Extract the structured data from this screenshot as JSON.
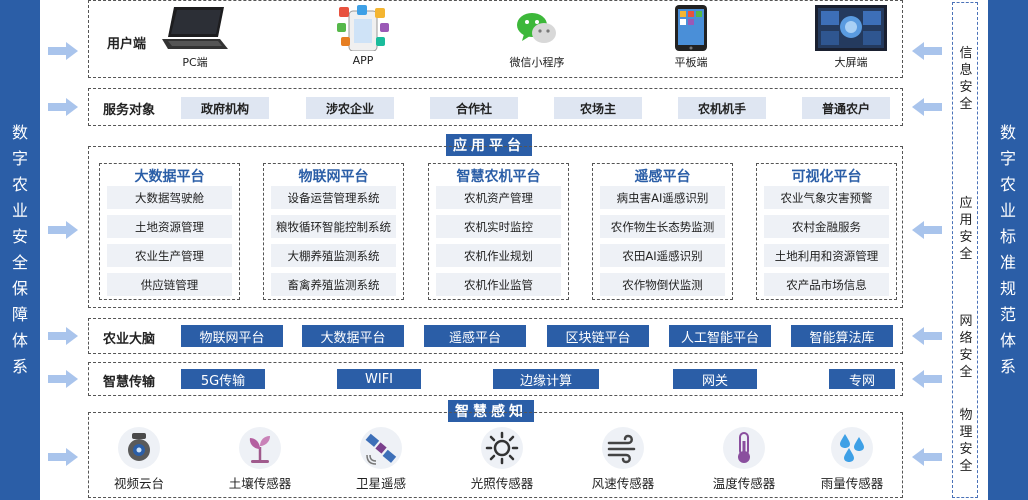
{
  "left_bar": [
    "数",
    "字",
    "农",
    "业",
    "安",
    "全",
    "保",
    "障",
    "体",
    "系"
  ],
  "right_bar": [
    "数",
    "字",
    "农",
    "业",
    "标",
    "准",
    "规",
    "范",
    "体",
    "系"
  ],
  "security": [
    [
      "信",
      "息",
      "安",
      "全"
    ],
    [
      "应",
      "用",
      "安",
      "全"
    ],
    [
      "网",
      "络",
      "安",
      "全"
    ],
    [
      "物",
      "理",
      "安",
      "全"
    ]
  ],
  "user_row": {
    "label": "用户端",
    "items": [
      {
        "caption": "PC端",
        "icon": "laptop-icon"
      },
      {
        "caption": "APP",
        "icon": "app-phone-icon"
      },
      {
        "caption": "微信小程序",
        "icon": "wechat-icon"
      },
      {
        "caption": "平板端",
        "icon": "tablet-icon"
      },
      {
        "caption": "大屏端",
        "icon": "big-screen-icon"
      }
    ]
  },
  "service_row": {
    "label": "服务对象",
    "items": [
      "政府机构",
      "涉农企业",
      "合作社",
      "农场主",
      "农机机手",
      "普通农户"
    ]
  },
  "app_platform": {
    "title": "应用平台",
    "groups": [
      {
        "title": "大数据平台",
        "items": [
          "大数据驾驶舱",
          "土地资源管理",
          "农业生产管理",
          "供应链管理"
        ]
      },
      {
        "title": "物联网平台",
        "items": [
          "设备运营管理系统",
          "粮牧循环智能控制系统",
          "大棚养殖监测系统",
          "畜禽养殖监测系统"
        ]
      },
      {
        "title": "智慧农机平台",
        "items": [
          "农机资产管理",
          "农机实时监控",
          "农机作业规划",
          "农机作业监管"
        ]
      },
      {
        "title": "遥感平台",
        "items": [
          "病虫害AI遥感识别",
          "农作物生长态势监测",
          "农田AI遥感识别",
          "农作物倒伏监测"
        ]
      },
      {
        "title": "可视化平台",
        "items": [
          "农业气象灾害预警",
          "农村金融服务",
          "土地利用和资源管理",
          "农产品市场信息"
        ]
      }
    ]
  },
  "brain_row": {
    "label": "农业大脑",
    "items": [
      "物联网平台",
      "大数据平台",
      "遥感平台",
      "区块链平台",
      "人工智能平台",
      "智能算法库"
    ]
  },
  "transport_row": {
    "label": "智慧传输",
    "items": [
      "5G传输",
      "WIFI",
      "边缘计算",
      "网关",
      "专网"
    ]
  },
  "perception": {
    "title": "智慧感知",
    "items": [
      {
        "caption": "视频云台",
        "icon": "camera-icon"
      },
      {
        "caption": "土壤传感器",
        "icon": "sprout-icon"
      },
      {
        "caption": "卫星遥感",
        "icon": "satellite-icon"
      },
      {
        "caption": "光照传感器",
        "icon": "sun-icon"
      },
      {
        "caption": "风速传感器",
        "icon": "wind-icon"
      },
      {
        "caption": "温度传感器",
        "icon": "thermometer-icon"
      },
      {
        "caption": "雨量传感器",
        "icon": "raindrop-icon"
      }
    ]
  },
  "colors": {
    "primary": "#2b5ea7",
    "chip_light": "#dfe6f2",
    "arrow": "#a9c4ec"
  }
}
